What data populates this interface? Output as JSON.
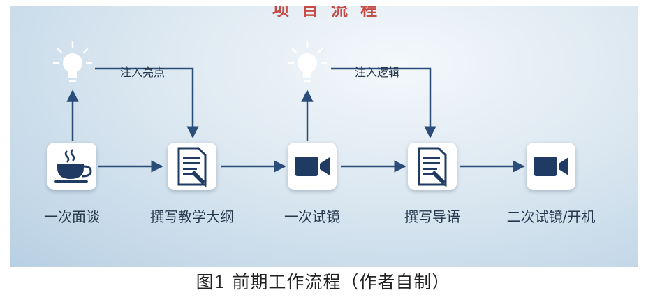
{
  "header_partial": "项目流程",
  "nodes": [
    {
      "label": "一次面谈",
      "icon": "coffee-cup-icon"
    },
    {
      "label": "撰写教学大纲",
      "icon": "document-pen-icon"
    },
    {
      "label": "一次试镜",
      "icon": "video-camera-icon"
    },
    {
      "label": "撰写导语",
      "icon": "document-pen-icon"
    },
    {
      "label": "二次试镜/开机",
      "icon": "video-camera-icon"
    }
  ],
  "injections": [
    {
      "label": "注入亮点",
      "icon": "lightbulb-icon"
    },
    {
      "label": "注入逻辑",
      "icon": "lightbulb-icon"
    }
  ],
  "caption": "图1 前期工作流程（作者自制）",
  "colors": {
    "icon": "#1f3b63",
    "arrow": "#2a4d7a",
    "background": "#d6e4ef"
  }
}
